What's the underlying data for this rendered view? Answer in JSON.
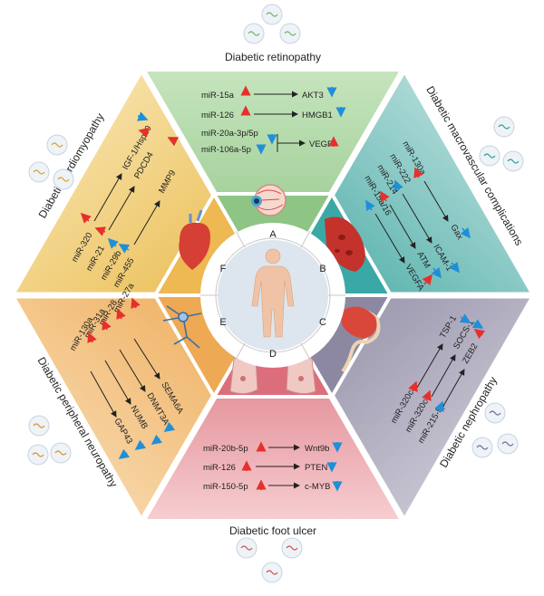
{
  "colors": {
    "retinopathy": "#9fcf95",
    "macrovascular": "#5fb7b2",
    "nephropathy": "#9c97ad",
    "foot": "#df7f88",
    "neuropathy": "#f0bf79",
    "cardio": "#f0cc6c",
    "up_arrow": "#e5302b",
    "down_arrow": "#1f8fd8",
    "center": "#dfe7ef",
    "body": "#f2c7ac"
  },
  "center": {
    "letters": [
      "A",
      "B",
      "C",
      "D",
      "E",
      "F"
    ]
  },
  "sections": {
    "retinopathy": {
      "title": "Diabetic retinopathy",
      "rows": [
        {
          "mirna": "miR-15a",
          "target": "AKT3"
        },
        {
          "mirna": "miR-126",
          "target": "HMGB1"
        },
        {
          "mirna": "miR-20a-3p/5p",
          "target": "VEGF"
        },
        {
          "mirna": "miR-106a-5p",
          "target": ""
        }
      ]
    },
    "macrovascular": {
      "title": "Diabetic macrovascular complications",
      "mirnas": [
        "miR-130a",
        "miR-222",
        "miR-214",
        "miR-15a/16"
      ],
      "targets": [
        "Gax",
        "ICAM-1",
        "ATM",
        "VEGFA"
      ]
    },
    "nephropathy": {
      "title": "Diabetic nephropathy",
      "mirnas": [
        "miR-320c",
        "miR-320c",
        "miR-215-5p"
      ],
      "targets": [
        "TSP-1",
        "SOCS-1",
        "ZEB2"
      ]
    },
    "foot": {
      "title": "Diabetic foot ulcer",
      "rows": [
        {
          "mirna": "miR-20b-5p",
          "target": "Wnt9b"
        },
        {
          "mirna": "miR-126",
          "target": "PTEN"
        },
        {
          "mirna": "miR-150-5p",
          "target": "c-MYB"
        }
      ]
    },
    "neuropathy": {
      "title": "Diabetic peripheral neuropathy",
      "mirnas": [
        "miR-27a",
        "miR-28",
        "miR-31a",
        "miR-130a"
      ],
      "targets": [
        "SEMA6A",
        "DNMT3A",
        "NUMB",
        "GAP43"
      ]
    },
    "cardio": {
      "title": "Diabetic cardiomyopathy",
      "mirnas": [
        "miR-320",
        "miR-21",
        "miR-29b",
        "miR-455"
      ],
      "targets": [
        "IGF-1/Hsp20",
        "PDCD4",
        "MMP9"
      ]
    }
  }
}
